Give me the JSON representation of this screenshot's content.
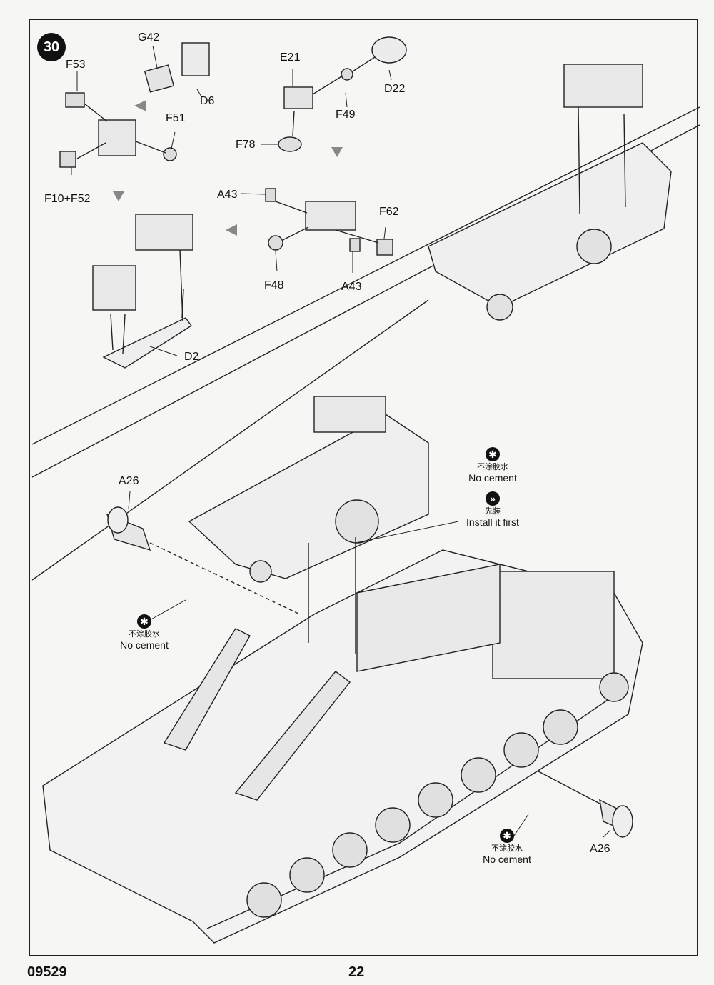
{
  "step": {
    "number": "30"
  },
  "parts": {
    "g42": "G42",
    "f53": "F53",
    "d6": "D6",
    "f51": "F51",
    "f10_f52": "F10+F52",
    "e21": "E21",
    "d22": "D22",
    "f49": "F49",
    "f78": "F78",
    "a43_top": "A43",
    "f62": "F62",
    "f48": "F48",
    "a43_bottom": "A43",
    "d2": "D2",
    "a26_left": "A26",
    "a26_right": "A26"
  },
  "notes": {
    "no_cement_cn": "不涂胶水",
    "no_cement_en": "No cement",
    "install_first_cn": "先装",
    "install_first_en": "Install it first"
  },
  "footer": {
    "model_code": "09529",
    "page_number": "22"
  }
}
